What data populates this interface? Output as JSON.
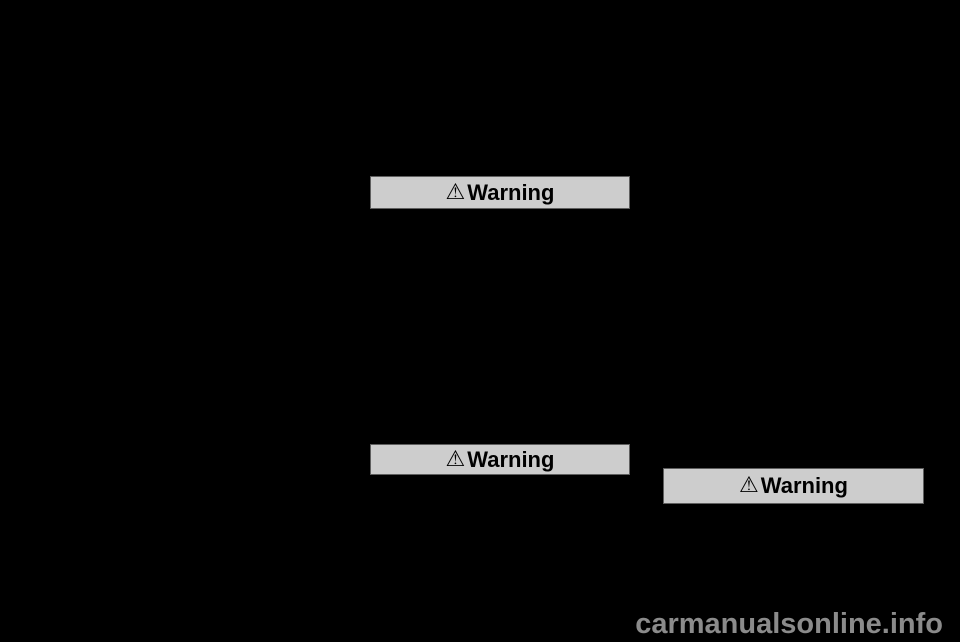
{
  "page": {
    "background_color": "#000000",
    "description": "Car manual page rendered with black background; only warning header bars and watermark visible"
  },
  "colors": {
    "warning_bar_fill": "#cdcdcd",
    "warning_bar_border": "#5f5f5f",
    "warning_bar_text": "#000000",
    "watermark_text": "#8b8b8b"
  },
  "warning_bars": [
    {
      "icon": "warning-triangle",
      "icon_glyph": "⚠",
      "label": "Warning"
    },
    {
      "icon": "warning-triangle",
      "icon_glyph": "⚠",
      "label": "Warning"
    },
    {
      "icon": "warning-triangle",
      "icon_glyph": "⚠",
      "label": "Warning"
    }
  ],
  "watermark": {
    "text": "carmanualsonline.info"
  }
}
